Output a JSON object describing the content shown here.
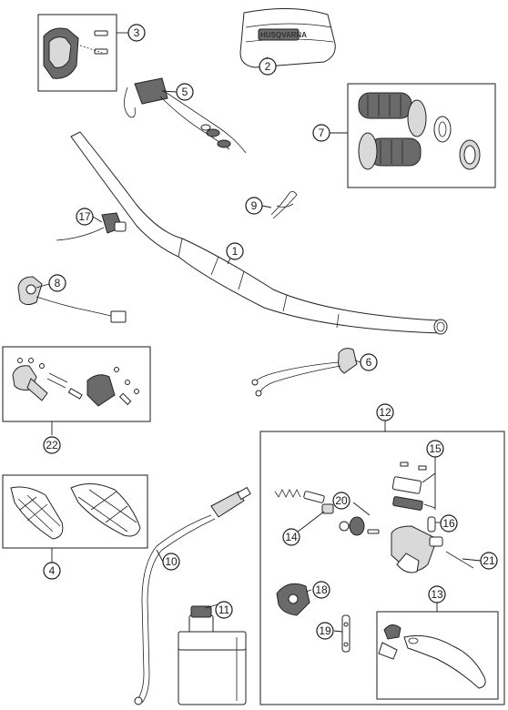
{
  "diagram": {
    "brand_text": "HUSQVARNA",
    "callouts": [
      {
        "id": "c1",
        "label": "1"
      },
      {
        "id": "c2",
        "label": "2"
      },
      {
        "id": "c3",
        "label": "3"
      },
      {
        "id": "c4",
        "label": "4"
      },
      {
        "id": "c5",
        "label": "5"
      },
      {
        "id": "c6",
        "label": "6"
      },
      {
        "id": "c7",
        "label": "7"
      },
      {
        "id": "c8",
        "label": "8"
      },
      {
        "id": "c9",
        "label": "9"
      },
      {
        "id": "c10",
        "label": "10"
      },
      {
        "id": "c11",
        "label": "11"
      },
      {
        "id": "c12",
        "label": "12"
      },
      {
        "id": "c13",
        "label": "13"
      },
      {
        "id": "c14",
        "label": "14"
      },
      {
        "id": "c15",
        "label": "15"
      },
      {
        "id": "c16",
        "label": "16"
      },
      {
        "id": "c17",
        "label": "17"
      },
      {
        "id": "c18",
        "label": "18"
      },
      {
        "id": "c19",
        "label": "19"
      },
      {
        "id": "c20",
        "label": "20"
      },
      {
        "id": "c21",
        "label": "21"
      },
      {
        "id": "c22",
        "label": "22"
      }
    ]
  }
}
